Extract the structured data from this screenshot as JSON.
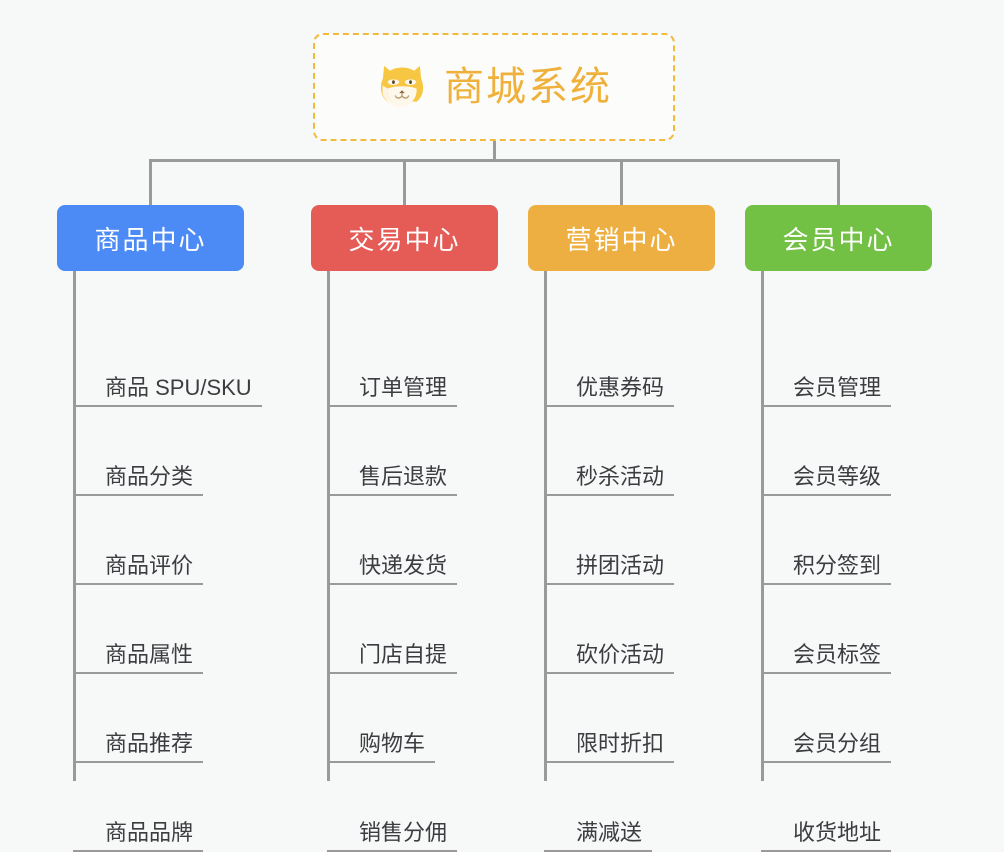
{
  "diagram": {
    "type": "mindmap",
    "background_color": "#f7f8f8",
    "root": {
      "title": "商城系统",
      "icon": "shiba-dog-face-icon",
      "text_color": "#efb13c",
      "border_color": "#f2b93d",
      "border_style": "dashed"
    },
    "connector_color": "#9a9a9a",
    "branches": [
      {
        "label": "商品中心",
        "color": "#4c8bf5",
        "items": [
          "商品 SPU/SKU",
          "商品分类",
          "商品评价",
          "商品属性",
          "商品推荐",
          "商品品牌"
        ]
      },
      {
        "label": "交易中心",
        "color": "#e55c57",
        "items": [
          "订单管理",
          "售后退款",
          "快递发货",
          "门店自提",
          "购物车",
          "销售分佣"
        ]
      },
      {
        "label": "营销中心",
        "color": "#edaf41",
        "items": [
          "优惠券码",
          "秒杀活动",
          "拼团活动",
          "砍价活动",
          "限时折扣",
          "满减送"
        ]
      },
      {
        "label": "会员中心",
        "color": "#72c044",
        "items": [
          "会员管理",
          "会员等级",
          "积分签到",
          "会员标签",
          "会员分组",
          "收货地址"
        ]
      }
    ]
  }
}
